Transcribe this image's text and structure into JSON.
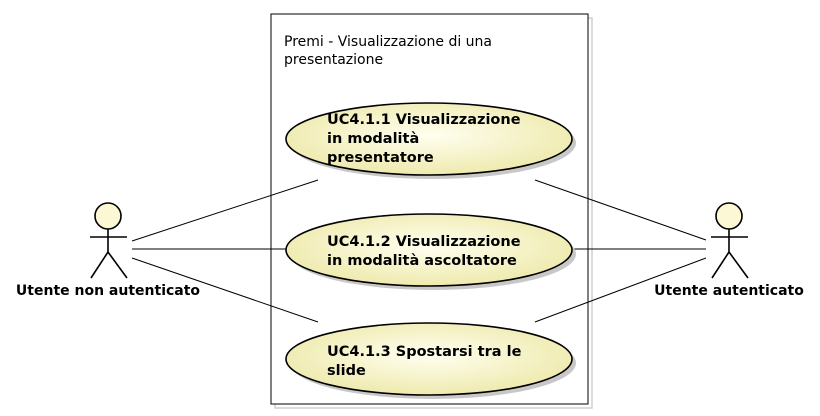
{
  "diagram": {
    "system_boundary": {
      "title_lines": [
        "Premi - Visualizzazione di una",
        "presentazione"
      ]
    },
    "use_cases": [
      {
        "id": "uc1",
        "lines": [
          "UC4.1.1 Visualizzazione",
          "in modalità",
          "presentatore"
        ]
      },
      {
        "id": "uc2",
        "lines": [
          "UC4.1.2 Visualizzazione",
          "in modalità ascoltatore"
        ]
      },
      {
        "id": "uc3",
        "lines": [
          "UC4.1.3 Spostarsi tra le",
          "slide"
        ]
      }
    ],
    "actors": [
      {
        "id": "left",
        "label": "Utente non autenticato"
      },
      {
        "id": "right",
        "label": "Utente autenticato"
      }
    ],
    "colors": {
      "use_case_fill_light": "#fffff0",
      "use_case_fill_dark": "#ede8a8",
      "actor_fill": "#fcf8d6",
      "boundary_border": "#000000",
      "boundary_shadow": "#cfcfcf",
      "use_case_shadow": "#c8c8c8"
    }
  }
}
